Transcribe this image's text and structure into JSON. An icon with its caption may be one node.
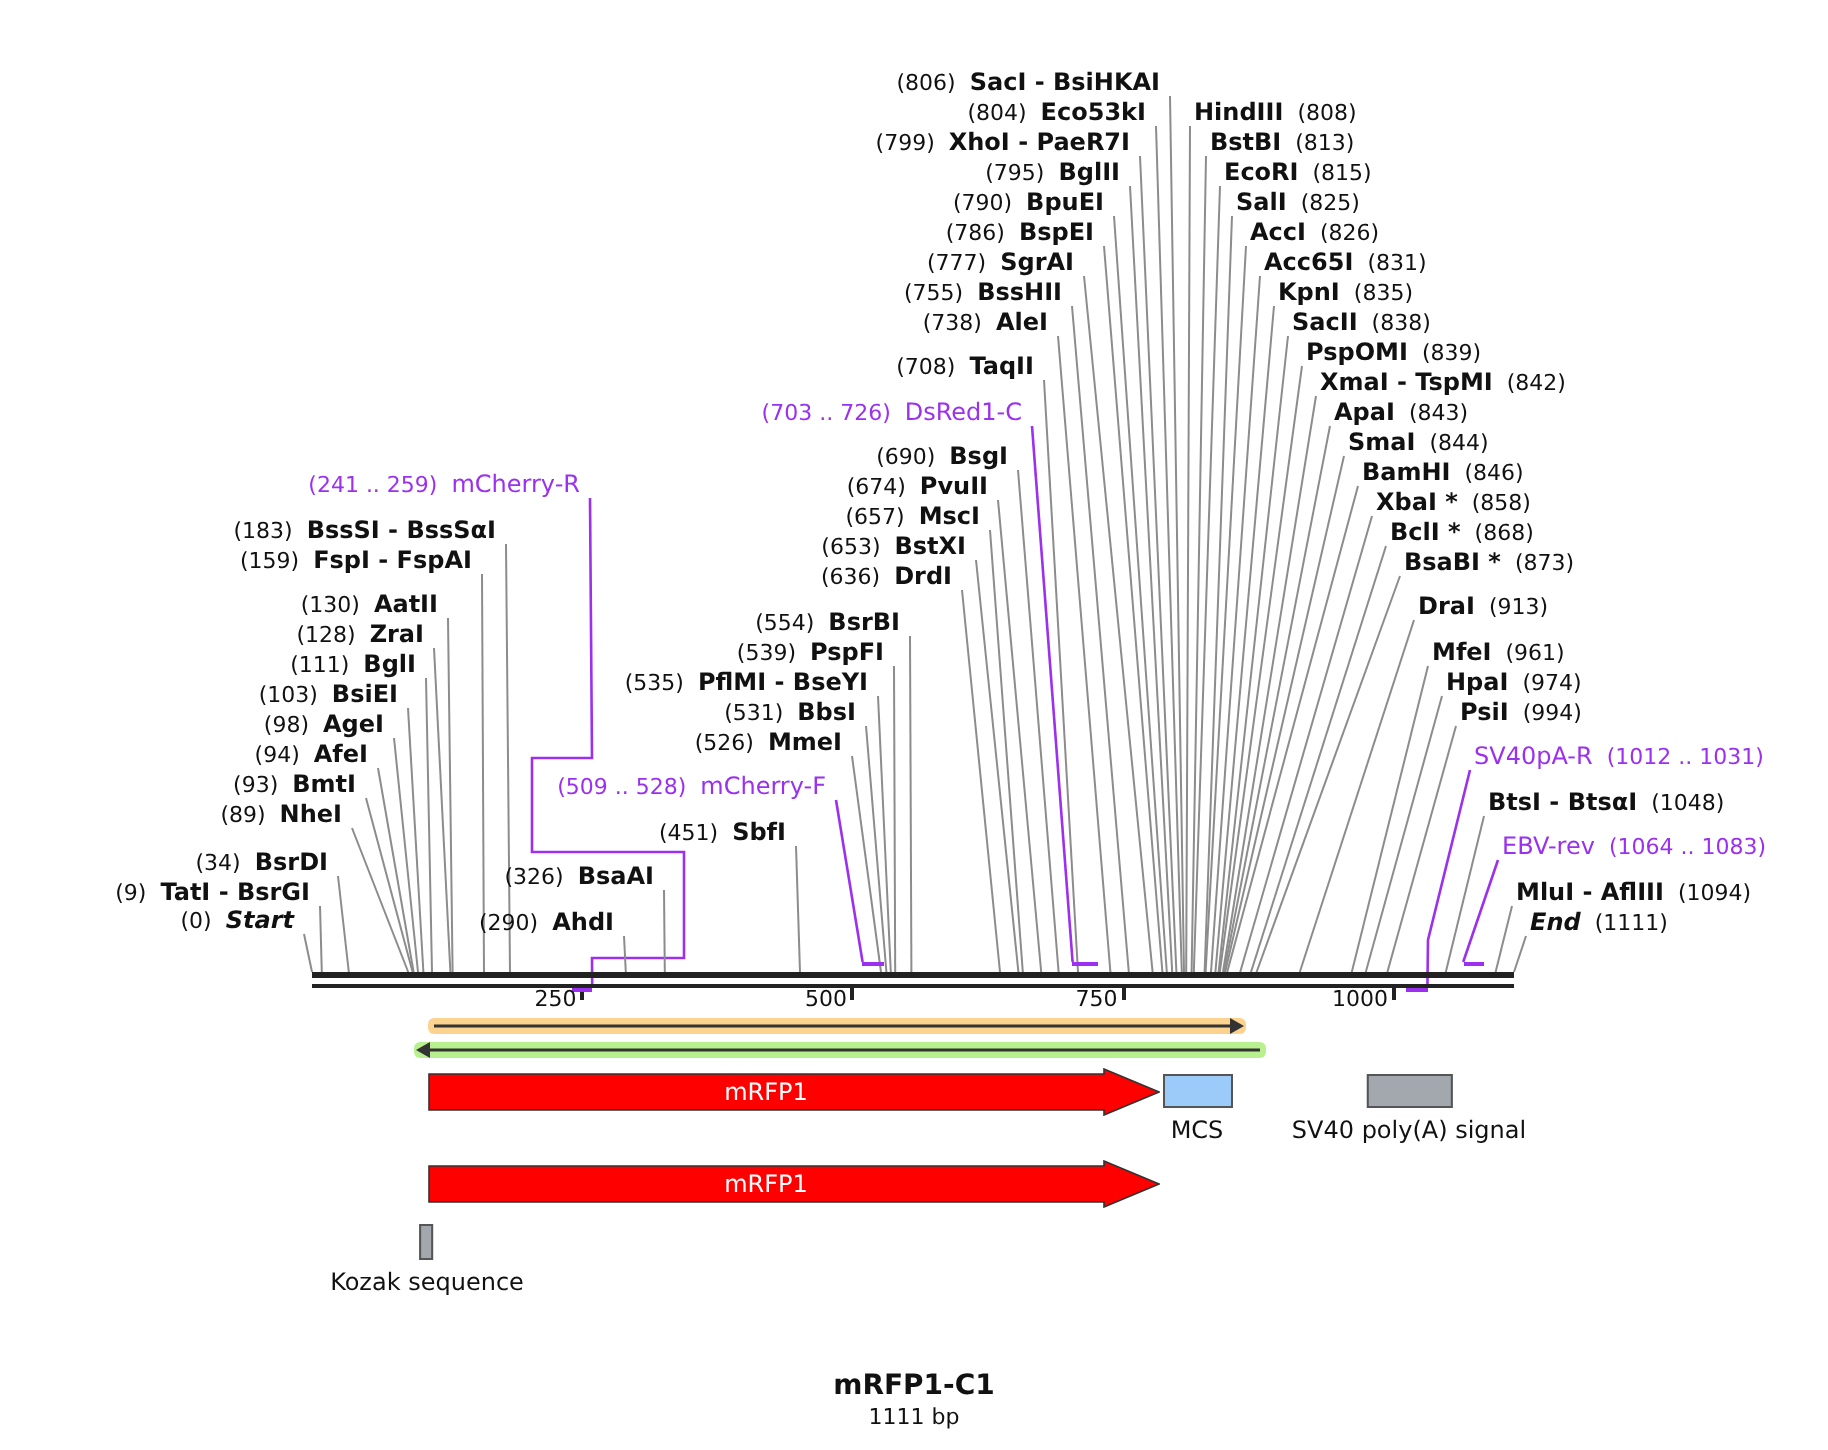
{
  "diagram": {
    "title": "mRFP1-C1",
    "caption": "1111 bp",
    "nodes": [
      {
        "text": [
          "(806)",
          "SacI - BsiHKAI"
        ]
      },
      {
        "text": [
          "HindIII",
          "(808)"
        ]
      },
      {
        "text": [
          "(804)",
          "Eco53kI"
        ]
      },
      {
        "text": [
          "BstBI",
          "(813)"
        ]
      },
      {
        "text": [
          "(799)",
          "XhoI - PaeR7I"
        ]
      },
      {
        "text": [
          "EcoRI",
          "(815)"
        ]
      },
      {
        "text": [
          "(795)",
          "BglII"
        ]
      },
      {
        "text": [
          "SalI",
          "(825)"
        ]
      },
      {
        "text": [
          "(790)",
          "BpuEI"
        ]
      },
      {
        "text": [
          "AccI",
          "(826)"
        ]
      },
      {
        "text": [
          "(786)",
          "BspEI"
        ]
      },
      {
        "text": [
          "Acc65I",
          "(831)"
        ]
      },
      {
        "text": [
          "(777)",
          "SgrAI"
        ]
      },
      {
        "text": [
          "KpnI",
          "(835)"
        ]
      },
      {
        "text": [
          "(755)",
          "BssHII"
        ]
      },
      {
        "text": [
          "SacII",
          "(838)"
        ]
      },
      {
        "text": [
          "(738)",
          "AleI"
        ]
      },
      {
        "text": [
          "PspOMI",
          "(839)"
        ]
      },
      {
        "text": [
          "(708)",
          "TaqII"
        ]
      },
      {
        "text": [
          "XmaI - TspMI",
          "(842)"
        ]
      },
      {
        "text": [
          "(703 .. 726)",
          "DsRed1-C"
        ]
      },
      {
        "text": [
          "ApaI",
          "(843)"
        ]
      },
      {
        "text": [
          "SmaI",
          "(844)"
        ]
      },
      {
        "text": [
          "(690)",
          "BsgI"
        ]
      },
      {
        "text": [
          "BamHI",
          "(846)"
        ]
      },
      {
        "text": [
          "(241 .. 259)",
          "mCherry-R"
        ]
      },
      {
        "text": [
          "(674)",
          "PvuII"
        ]
      },
      {
        "text": [
          "XbaI *",
          "(858)"
        ]
      },
      {
        "text": [
          "(657)",
          "MscI"
        ]
      },
      {
        "text": [
          "(183)",
          "BssSI - BssSαI"
        ]
      },
      {
        "text": [
          "BclI *",
          "(868)"
        ]
      },
      {
        "text": [
          "(653)",
          "BstXI"
        ]
      },
      {
        "text": [
          "(159)",
          "FspI - FspAI"
        ]
      },
      {
        "text": [
          "BsaBI *",
          "(873)"
        ]
      },
      {
        "text": [
          "(636)",
          "DrdI"
        ]
      },
      {
        "text": [
          "(130)",
          "AatII"
        ]
      },
      {
        "text": [
          "DraI",
          "(913)"
        ]
      },
      {
        "text": [
          "(554)",
          "BsrBI"
        ]
      },
      {
        "text": [
          "(128)",
          "ZraI"
        ]
      },
      {
        "text": [
          "(539)",
          "PspFI"
        ]
      },
      {
        "text": [
          "MfeI",
          "(961)"
        ]
      },
      {
        "text": [
          "(111)",
          "BglI"
        ]
      },
      {
        "text": [
          "(535)",
          "PflMI - BseYI"
        ]
      },
      {
        "text": [
          "HpaI",
          "(974)"
        ]
      },
      {
        "text": [
          "(103)",
          "BsiEI"
        ]
      },
      {
        "text": [
          "(531)",
          "BbsI"
        ]
      },
      {
        "text": [
          "PsiI",
          "(994)"
        ]
      },
      {
        "text": [
          "(98)",
          "AgeI"
        ]
      },
      {
        "text": [
          "(526)",
          "MmeI"
        ]
      },
      {
        "text": [
          "(94)",
          "AfeI"
        ]
      },
      {
        "text": [
          "SV40pA-R",
          "(1012 .. 1031)"
        ]
      },
      {
        "text": [
          "(93)",
          "BmtI"
        ]
      },
      {
        "text": [
          "(509 .. 528)",
          "mCherry-F"
        ]
      },
      {
        "text": [
          "BtsI - BtsαI",
          "(1048)"
        ]
      },
      {
        "text": [
          "(89)",
          "NheI"
        ]
      },
      {
        "text": [
          "(451)",
          "SbfI"
        ]
      },
      {
        "text": [
          "EBV-rev",
          "(1064 .. 1083)"
        ]
      },
      {
        "text": [
          "(34)",
          "BsrDI"
        ]
      },
      {
        "text": [
          "(326)",
          "BsaAI"
        ]
      },
      {
        "text": [
          "(9)",
          "TatI - BsrGI"
        ]
      },
      {
        "text": [
          "MluI - AflIII",
          "(1094)"
        ]
      },
      {
        "text": [
          "(0)",
          "Start"
        ]
      },
      {
        "text": [
          "(290)",
          "AhdI"
        ]
      },
      {
        "text": [
          "End",
          "(1111)"
        ]
      },
      {
        "text": [],
        "shape": "bar"
      },
      {
        "text": [],
        "shape": "bar"
      },
      {
        "text": [],
        "shape": "bar"
      },
      {
        "text": [],
        "shape": "bar"
      },
      {
        "text": [],
        "shape": "bar"
      },
      {
        "text": [],
        "shape": "bar"
      },
      {
        "text": [],
        "shape": "arrow"
      },
      {
        "text": [],
        "shape": "arrow"
      },
      {
        "text": [
          "mRFP1"
        ]
      },
      {
        "text": [
          "MCS"
        ]
      },
      {
        "text": [
          "SV40 poly(A) signal"
        ]
      },
      {
        "text": [
          "mRFP1"
        ]
      },
      {
        "text": [
          "Kozak sequence"
        ]
      }
    ],
    "edges": [
      {
        "from": 0,
        "to": 64,
        "arrow": "none"
      },
      {
        "from": 1,
        "to": 64,
        "arrow": "none"
      },
      {
        "from": 2,
        "to": 64,
        "arrow": "none"
      },
      {
        "from": 3,
        "to": 64,
        "arrow": "none"
      },
      {
        "from": 4,
        "to": 64,
        "arrow": "none"
      },
      {
        "from": 5,
        "to": 64,
        "arrow": "none"
      },
      {
        "from": 6,
        "to": 64,
        "arrow": "none"
      },
      {
        "from": 7,
        "to": 64,
        "arrow": "none"
      },
      {
        "from": 8,
        "to": 64,
        "arrow": "none"
      },
      {
        "from": 9,
        "to": 64,
        "arrow": "none"
      },
      {
        "from": 10,
        "to": 64,
        "arrow": "none"
      },
      {
        "from": 11,
        "to": 64,
        "arrow": "none"
      },
      {
        "from": 12,
        "to": 64,
        "arrow": "none"
      },
      {
        "from": 13,
        "to": 64,
        "arrow": "none"
      },
      {
        "from": 14,
        "to": 64,
        "arrow": "none"
      },
      {
        "from": 15,
        "to": 64,
        "arrow": "none"
      },
      {
        "from": 16,
        "to": 64,
        "arrow": "none"
      },
      {
        "from": 17,
        "to": 64,
        "arrow": "none"
      },
      {
        "from": 18,
        "to": 64,
        "arrow": "none"
      },
      {
        "from": 19,
        "to": 64,
        "arrow": "none"
      },
      {
        "from": 20,
        "to": 67,
        "arrow": "none",
        "color": "#9b30ef"
      },
      {
        "from": 21,
        "to": 64,
        "arrow": "none"
      },
      {
        "from": 22,
        "to": 64,
        "arrow": "none"
      },
      {
        "from": 23,
        "to": 64,
        "arrow": "none"
      },
      {
        "from": 24,
        "to": 64,
        "arrow": "none"
      },
      {
        "from": 25,
        "to": 65,
        "arrow": "none",
        "color": "#9b30ef"
      },
      {
        "from": 26,
        "to": 64,
        "arrow": "none"
      },
      {
        "from": 27,
        "to": 64,
        "arrow": "none"
      },
      {
        "from": 28,
        "to": 64,
        "arrow": "none"
      },
      {
        "from": 29,
        "to": 64,
        "arrow": "none"
      },
      {
        "from": 30,
        "to": 64,
        "arrow": "none"
      },
      {
        "from": 31,
        "to": 64,
        "arrow": "none"
      },
      {
        "from": 32,
        "to": 64,
        "arrow": "none"
      },
      {
        "from": 33,
        "to": 64,
        "arrow": "none"
      },
      {
        "from": 34,
        "to": 64,
        "arrow": "none"
      },
      {
        "from": 35,
        "to": 64,
        "arrow": "none"
      },
      {
        "from": 36,
        "to": 64,
        "arrow": "none"
      },
      {
        "from": 37,
        "to": 64,
        "arrow": "none"
      },
      {
        "from": 38,
        "to": 64,
        "arrow": "none"
      },
      {
        "from": 39,
        "to": 64,
        "arrow": "none"
      },
      {
        "from": 40,
        "to": 64,
        "arrow": "none"
      },
      {
        "from": 41,
        "to": 64,
        "arrow": "none"
      },
      {
        "from": 42,
        "to": 64,
        "arrow": "none"
      },
      {
        "from": 43,
        "to": 64,
        "arrow": "none"
      },
      {
        "from": 44,
        "to": 64,
        "arrow": "none"
      },
      {
        "from": 45,
        "to": 64,
        "arrow": "none"
      },
      {
        "from": 46,
        "to": 64,
        "arrow": "none"
      },
      {
        "from": 47,
        "to": 64,
        "arrow": "none"
      },
      {
        "from": 48,
        "to": 64,
        "arrow": "none"
      },
      {
        "from": 49,
        "to": 64,
        "arrow": "none"
      },
      {
        "from": 50,
        "to": 68,
        "arrow": "none",
        "color": "#9b30ef"
      },
      {
        "from": 51,
        "to": 64,
        "arrow": "none"
      },
      {
        "from": 52,
        "to": 66,
        "arrow": "none",
        "color": "#9b30ef"
      },
      {
        "from": 53,
        "to": 64,
        "arrow": "none"
      },
      {
        "from": 54,
        "to": 64,
        "arrow": "none"
      },
      {
        "from": 55,
        "to": 64,
        "arrow": "none"
      },
      {
        "from": 56,
        "to": 69,
        "arrow": "none",
        "color": "#9b30ef"
      },
      {
        "from": 57,
        "to": 64,
        "arrow": "none"
      },
      {
        "from": 58,
        "to": 64,
        "arrow": "none"
      },
      {
        "from": 59,
        "to": 64,
        "arrow": "none"
      },
      {
        "from": 60,
        "to": 64,
        "arrow": "none"
      },
      {
        "from": 61,
        "to": 64,
        "arrow": "none"
      },
      {
        "from": 62,
        "to": 64,
        "arrow": "none"
      },
      {
        "from": 63,
        "to": 64,
        "arrow": "none"
      }
    ],
    "labels": [
      "250",
      "500",
      "750",
      "1000"
    ]
  }
}
